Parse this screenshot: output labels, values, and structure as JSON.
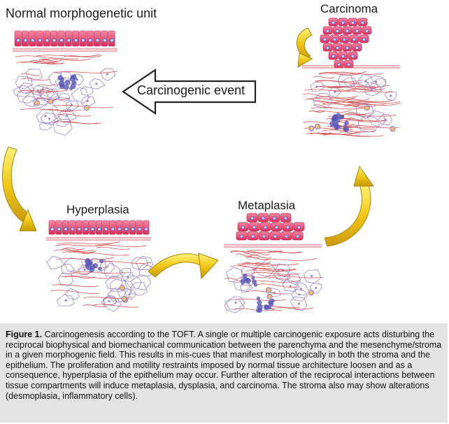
{
  "labels": {
    "normal": "Normal morphogenetic unit",
    "carcinoma": "Carcinoma",
    "carcinogenic_event": "Carcinogenic event",
    "hyperplasia": "Hyperplasia",
    "metaplasia": "Metaplasia"
  },
  "caption": {
    "label": "Figure 1.",
    "text": " Carcinogenesis according to the TOFT. A single or multiple carcinogenic exposure acts disturbing the reciprocal biophysical and biomechanical communication between the parenchyma and the mesenchyme/stroma in a given morphogenic field. This results in mis-cues that manifest morphologically in both the stroma and the epithelium. The proliferation and motility restraints imposed by normal tissue architecture loosen and as a consequence, hyperplasia of the epithelium may occur. Further alteration of the reciprocal interactions between tissue compartments will induce metaplasia, dysplasia, and carcinoma. The stroma also may show alterations (desmoplasia, inflammatory cells)."
  },
  "colors": {
    "epithelium": "#e8406a",
    "epithelium_dark": "#c42a52",
    "nucleus": "#4a5fd0",
    "stroma_cell": "#9c84c8",
    "fiber": "#cf3838",
    "cluster": "#5a5ab8",
    "arrow_yellow": "#f2c817",
    "arrow_yellow_dark": "#a8860a"
  }
}
